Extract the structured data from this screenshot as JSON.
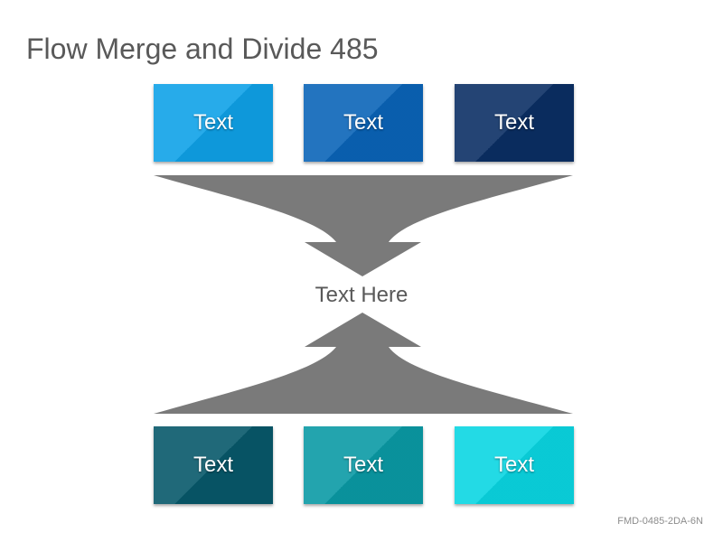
{
  "title": "Flow Merge and Divide 485",
  "top_boxes": [
    {
      "label": "Text",
      "color": "#0fa2e8"
    },
    {
      "label": "Text",
      "color": "#0a64b8"
    },
    {
      "label": "Text",
      "color": "#0b2f64"
    }
  ],
  "center_label": "Text Here",
  "bottom_boxes": [
    {
      "label": "Text",
      "color": "#07586a"
    },
    {
      "label": "Text",
      "color": "#0a9aa5"
    },
    {
      "label": "Text",
      "color": "#0ad6e2"
    }
  ],
  "arrow_color": "#7a7a7a",
  "footer_code": "FMD-0485-2DA-6N"
}
